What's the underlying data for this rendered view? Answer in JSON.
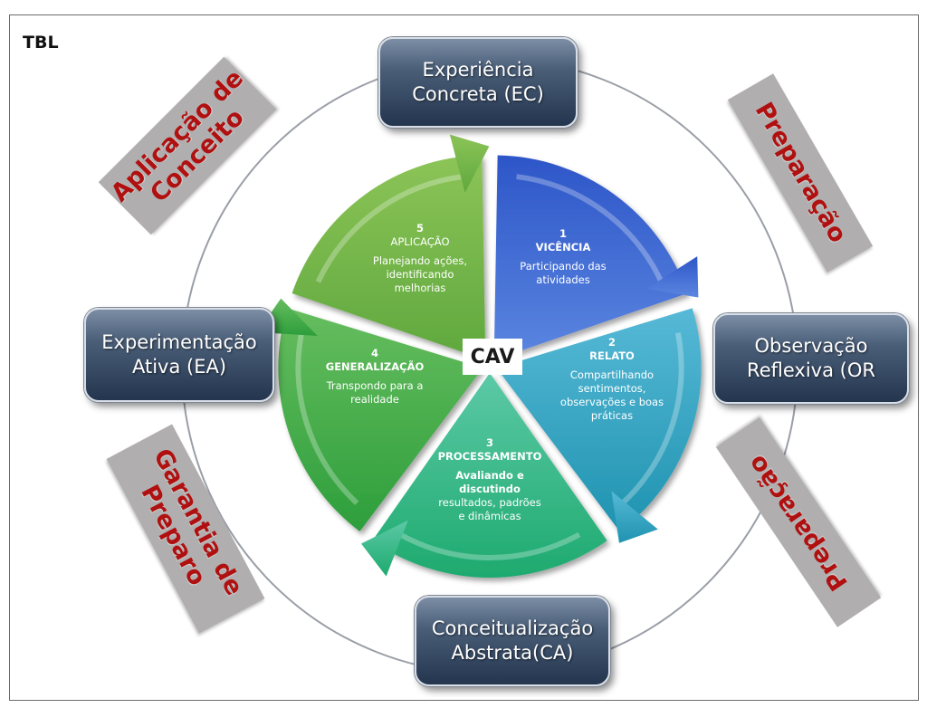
{
  "title": "TBL",
  "center_label": "CAV",
  "boxes": {
    "top": "Experiência\nConcreta (EC)",
    "right": "Observação\nReflexiva (OR",
    "bottom": "Conceitualização\nAbstrata(CA)",
    "left": "Experimentação\nAtiva (EA)"
  },
  "banners": {
    "top_left": "Aplicação de\nConceito",
    "top_right": "Preparação",
    "bottom_left": "Garantia de\nPreparo",
    "bottom_right": "Preparação"
  },
  "segments": [
    {
      "number": "1",
      "title": "VICÊNCIA",
      "text": [
        "Participando das",
        "atividades"
      ],
      "color_top": "#2d56c8",
      "color_bottom": "#5b86e0"
    },
    {
      "number": "2",
      "title": "RELATO",
      "text": [
        "Compartilhando",
        "sentimentos,",
        "observações e boas",
        "práticas"
      ],
      "color_top": "#56b9d6",
      "color_bottom": "#1f93b0"
    },
    {
      "number": "3",
      "title": "PROCESSAMENTO",
      "text_bold": [
        "Avaliando e",
        "discutindo"
      ],
      "text": [
        "resultados, padrões",
        "e dinâmicas"
      ],
      "color_top": "#5cc9a6",
      "color_bottom": "#1eaa6f"
    },
    {
      "number": "4",
      "title": "GENERALIZAÇÃO",
      "text": [
        "Transpondo para a",
        "realidade"
      ],
      "color_top": "#66bd5e",
      "color_bottom": "#2d9e3c"
    },
    {
      "number": "5",
      "title": "APLICAÇÃO",
      "text": [
        "Planejando ações,",
        "identificando",
        "melhorias"
      ],
      "color_top": "#8cc457",
      "color_bottom": "#5fa83e"
    }
  ],
  "colors": {
    "banner_bg": "#b0aeae",
    "banner_text": "#b01010",
    "box_dark": "#24354e",
    "ring": "#9a9ea6"
  }
}
